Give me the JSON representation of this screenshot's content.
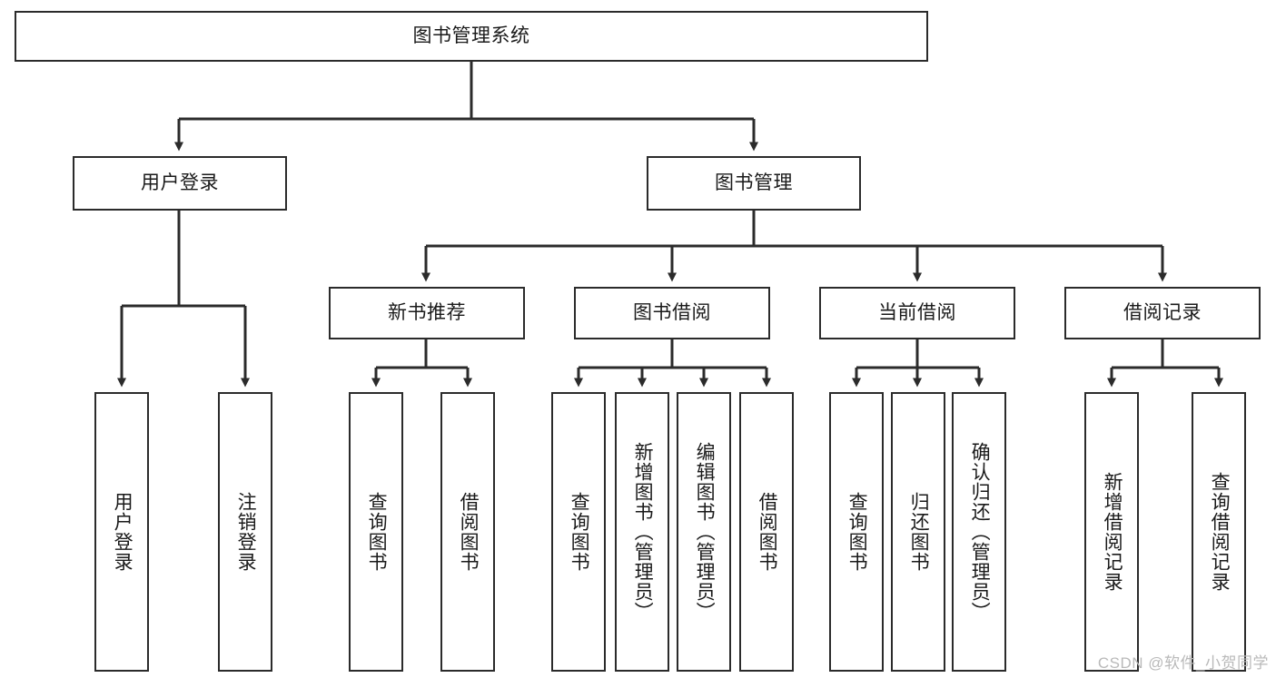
{
  "diagram": {
    "title": "图书管理系统",
    "watermark": "CSDN @软件_小贺同学",
    "stroke_color": "#2b2b2b",
    "fill_color": "#ffffff",
    "text_color": "#1a1a1a",
    "watermark_color": "#b9b9b9"
  },
  "nodes": {
    "root": {
      "label": "图书管理系统"
    },
    "level2": [
      {
        "label": "用户登录"
      },
      {
        "label": "图书管理"
      }
    ],
    "level3": [
      {
        "label": "新书推荐"
      },
      {
        "label": "图书借阅"
      },
      {
        "label": "当前借阅"
      },
      {
        "label": "借阅记录"
      }
    ],
    "leaves": {
      "user_login": [
        {
          "label": "用户登录"
        },
        {
          "label": "注销登录"
        }
      ],
      "new_book_recommend": [
        {
          "label": "查询图书"
        },
        {
          "label": "借阅图书"
        }
      ],
      "book_borrow": [
        {
          "label": "查询图书"
        },
        {
          "label": "新增图书（管理员）"
        },
        {
          "label": "编辑图书（管理员）"
        },
        {
          "label": "借阅图书"
        }
      ],
      "current_borrow": [
        {
          "label": "查询图书"
        },
        {
          "label": "归还图书"
        },
        {
          "label": "确认归还（管理员）"
        }
      ],
      "borrow_record": [
        {
          "label": "新增借阅记录"
        },
        {
          "label": "查询借阅记录"
        }
      ]
    }
  }
}
